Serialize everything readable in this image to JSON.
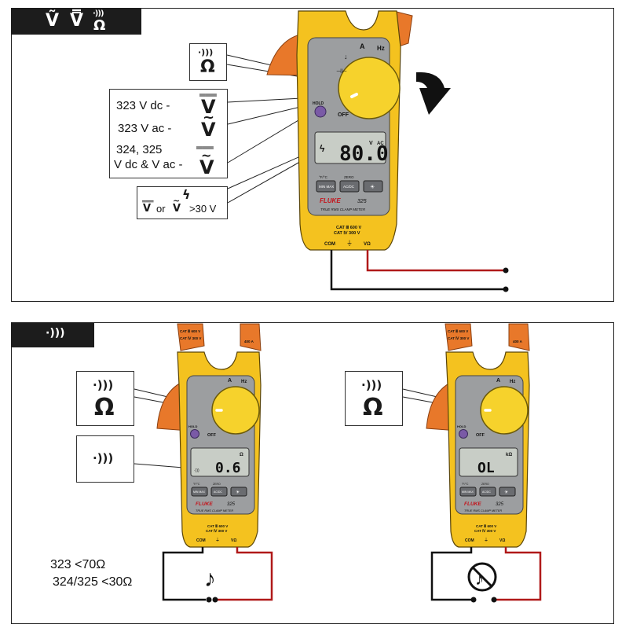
{
  "top_panel": {
    "tab_symbols": [
      "Ṽ",
      "V̿",
      "Ω"
    ],
    "callout_continuity": {
      "symbol": "Ω"
    },
    "callout_modes": {
      "line1_text": "323 V dc  -",
      "line2_text": "323 V ac  -",
      "line3_text": "324, 325",
      "line4_text": "V dc & V ac -",
      "sym_dc": "V",
      "sym_ac": "V",
      "sym_both": "V"
    },
    "callout_hazard": {
      "left": "V",
      "or": "or",
      "right": "V",
      "threshold": ">30 V"
    },
    "meter": {
      "display_value": "80.0",
      "display_unit_v": "V",
      "display_unit_ac": "AC",
      "dial_labels": {
        "a": "A",
        "hz": "Hz",
        "off": "OFF",
        "hold": "HOLD"
      },
      "buttons": [
        "MIN MAX",
        "AC/DC",
        "☀"
      ],
      "button_headers": [
        "°F/°C",
        "ZERO"
      ],
      "brand": "FLUKE",
      "model": "325",
      "subtitle": "TRUE RMS CLAMP METER",
      "cat_line1": "CAT Ⅲ 600 V",
      "cat_line2": "CAT Ⅳ 300 V",
      "jack_com": "COM",
      "jack_vohm": "VΩ"
    }
  },
  "bottom_panel": {
    "left": {
      "callout_symbol": "Ω",
      "display_value": "0.6",
      "display_unit": "Ω",
      "limits_line1": "323 <70Ω",
      "limits_line2": "324/325 <30Ω",
      "buzzer": "sound-on"
    },
    "right": {
      "callout_symbol": "Ω",
      "display_value": "OL",
      "display_unit": "kΩ",
      "buzzer": "sound-off"
    },
    "meter": {
      "cat_a_top": "CAT Ⅲ 600 V",
      "cat_b_top": "CAT Ⅳ 300 V",
      "jaw_rating": "400 A",
      "dial_a": "A",
      "dial_hz": "Hz",
      "off": "OFF",
      "hold": "HOLD",
      "buttons": [
        "MIN MAX",
        "AC/DC",
        "☀"
      ],
      "button_headers": [
        "°F/°C",
        "ZERO"
      ],
      "brand": "FLUKE",
      "model": "325",
      "subtitle": "TRUE RMS CLAMP METER",
      "cat_line1": "CAT Ⅲ 600 V",
      "cat_line2": "CAT Ⅳ 300 V",
      "jack_com": "COM",
      "jack_vohm": "VΩ"
    }
  },
  "colors": {
    "meter_yellow": "#f4c21f",
    "jaw_orange": "#e8782a",
    "dial_yellow": "#f6d22c",
    "lcd_bg": "#c8cdc6",
    "red_lead": "#b01919",
    "black_lead": "#111111",
    "hold_purple": "#7a5aa6"
  }
}
